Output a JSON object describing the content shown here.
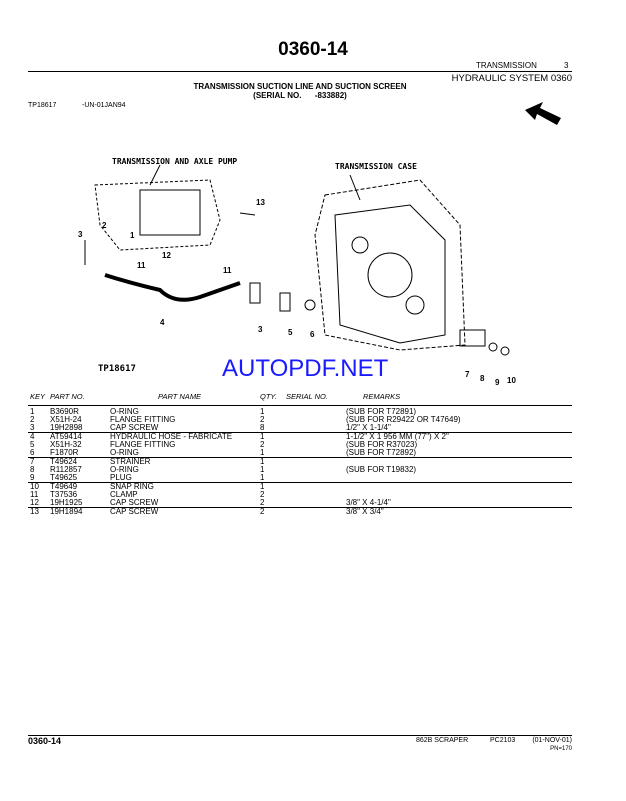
{
  "header": {
    "page_title": "0360-14",
    "section": "TRANSMISSION",
    "section_no": "3",
    "group": "HYDRAULIC SYSTEM 0360"
  },
  "figure": {
    "title": "TRANSMISSION SUCTION LINE AND SUCTION SCREEN",
    "serial": "(SERIAL NO.      -833882)",
    "ref": "TP18617",
    "ref_date": "-UN-01JAN94",
    "label_pump": "TRANSMISSION AND AXLE PUMP",
    "label_case": "TRANSMISSION CASE",
    "caption": "TP18617"
  },
  "watermark": "AUTOPDF.NET",
  "table": {
    "headers": [
      "KEY",
      "PART NO.",
      "PART NAME",
      "QTY.",
      "SERIAL NO.",
      "REMARKS"
    ],
    "rows": [
      [
        "1",
        "B3690R",
        "O-RING",
        "1",
        "(SUB FOR T72891)"
      ],
      [
        "2",
        "X51H-24",
        "FLANGE FITTING",
        "2",
        "(SUB FOR R29422 OR T47649)"
      ],
      [
        "3",
        "19H2898",
        "CAP SCREW",
        "8",
        "1/2\" X 1-1/4\""
      ],
      [
        "4",
        "AT59414",
        "HYDRAULIC HOSE - FABRICATE",
        "1",
        "1-1/2\" X 1 956 MM (77\") X 2\""
      ],
      [
        "5",
        "X51H-32",
        "FLANGE FITTING",
        "2",
        "(SUB FOR R37023)"
      ],
      [
        "6",
        "F1870R",
        "O-RING",
        "1",
        "(SUB FOR T72892)"
      ],
      [
        "7",
        "T49624",
        "STRAINER",
        "1",
        ""
      ],
      [
        "8",
        "R112857",
        "O-RING",
        "1",
        "(SUB FOR T19832)"
      ],
      [
        "9",
        "T49625",
        "PLUG",
        "1",
        ""
      ],
      [
        "10",
        "T49649",
        "SNAP RING",
        "1",
        ""
      ],
      [
        "11",
        "T37536",
        "CLAMP",
        "2",
        ""
      ],
      [
        "12",
        "19H1925",
        "CAP SCREW",
        "2",
        "3/8\" X 4-1/4\""
      ],
      [
        "13",
        "19H1894",
        "CAP SCREW",
        "2",
        "3/8\" X 3/4\""
      ]
    ]
  },
  "footer": {
    "page": "0360-14",
    "model": "862B SCRAPER",
    "pc": "PC2103",
    "date": "(01-NOV-01)",
    "pn": "PN=170"
  }
}
